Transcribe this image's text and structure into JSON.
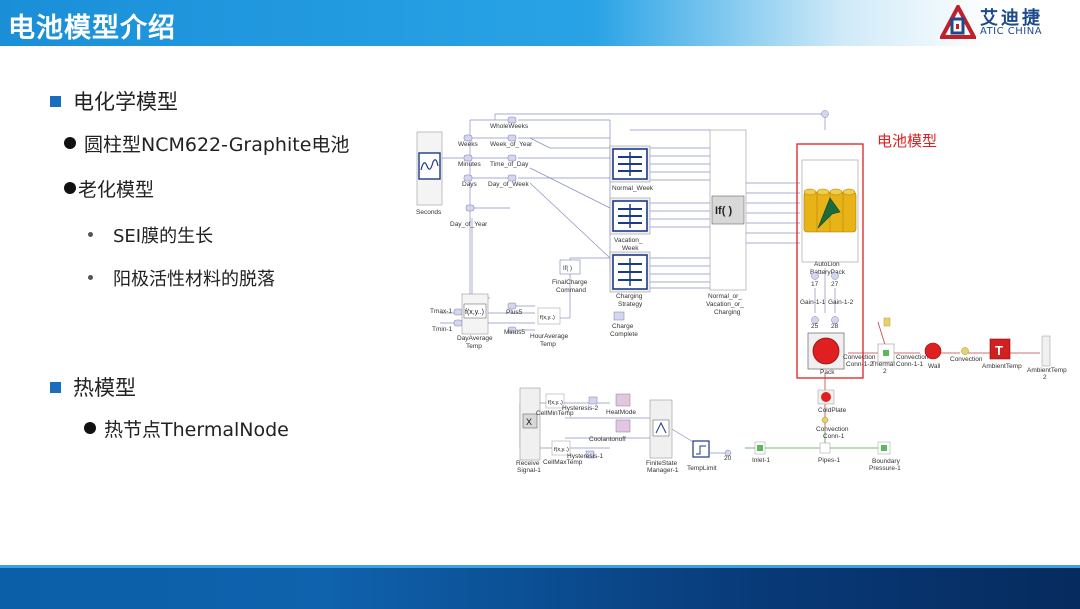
{
  "header": {
    "title": "电池模型介绍"
  },
  "logo": {
    "name": "艾迪捷",
    "english": "ATIC CHINA"
  },
  "bullets": {
    "electrochem": "电化学模型",
    "cylinder": "圆柱型NCM622-Graphite电池",
    "aging": "老化模型",
    "sei": "SEI膜的生长",
    "anode": "阳极活性材料的脱落",
    "thermal": "热模型",
    "thermal_node": "热节点ThermalNode"
  },
  "diagram": {
    "battery_model_label": "电池模型",
    "blocks": {
      "seconds": "Seconds",
      "whole_weeks": "WholeWeeks",
      "weeks": "Weeks",
      "week_of_year": "Week_of_Year",
      "minutes": "Minutes",
      "time_of_day": "Time_of_Day",
      "days": "Days",
      "day_of_week": "Day_of_Week",
      "day_of_year": "Day_of_Year",
      "normal_week": "Normal_Week",
      "vacation_week_1": "Vacation_",
      "vacation_week_2": "Week",
      "final_charge_1": "FinalCharge",
      "final_charge_2": "Command",
      "charging_strategy_1": "Charging",
      "charging_strategy_2": "Strategy",
      "charge_complete_1": "Charge",
      "charge_complete_2": "Complete",
      "if_symbol": "If( )",
      "normal_vacation_1": "Normal_or_",
      "normal_vacation_2": "Vacation_or_",
      "normal_vacation_3": "Charging",
      "autolion_1": "AutoLion",
      "autolion_2": "BatteryPack",
      "gain_11": "Gain-1-1",
      "gain_12": "Gain-1-2",
      "num_17": "17",
      "num_27": "27",
      "num_25": "25",
      "num_28": "28",
      "num_20": "20",
      "pack": "Pack",
      "tmax": "Tmax-1",
      "tmin": "Tmin-1",
      "fxy": "f(x,y..)",
      "day_avg_1": "DayAverage",
      "day_avg_2": "Temp",
      "plus5": "Plus5",
      "minus5": "Minus5",
      "hour_avg_1": "HourAverage",
      "hour_avg_2": "Temp",
      "conv_1": "Convection",
      "conv_2": "Conn-1-2",
      "thermal2_1": "Thermal",
      "thermal2_2": "2",
      "conv11_1": "Convection",
      "conv11_2": "Conn-1-1",
      "wall": "Wall",
      "convection": "Convection",
      "ambient_temp": "AmbientTemp",
      "ambient_temp2_1": "AmbientTemp",
      "ambient_temp2_2": "2",
      "cold_plate": "ColdPlate",
      "conv_conn_1": "Convection",
      "conv_conn_2": "Conn-1",
      "receive_1": "Receive",
      "receive_2": "Signal-1",
      "cell_min": "CellMinTemp",
      "hyst2": "Hysteresis-2",
      "heat_mode": "HeatMode",
      "coolant_onoff": "Coolantonoff",
      "cell_max": "CellMaxTemp",
      "hyst1": "Hysteresis-1",
      "fsm_1": "FiniteState",
      "fsm_2": "Manager-1",
      "temp_limit": "TempLimit",
      "inlet": "Inlet-1",
      "pipes": "Pipes-1",
      "boundary_1": "Boundary",
      "boundary_2": "Pressure-1",
      "x_symbol": "X",
      "t_symbol": "T"
    }
  }
}
